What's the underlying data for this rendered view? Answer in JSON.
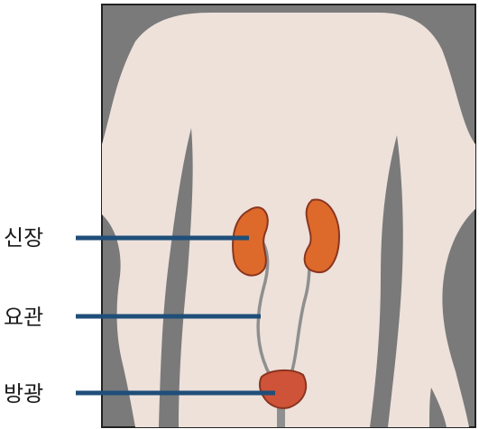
{
  "labels": {
    "kidney": "신장",
    "ureter": "요관",
    "bladder": "방광"
  },
  "colors": {
    "background_panel": "#7a7a7a",
    "body": "#ede1da",
    "organ": "#dd6a2a",
    "bladder": "#cf5338",
    "organ_outline": "#8a3520",
    "ureter": "#8f8f8f",
    "leader_line": "#1f4e79"
  }
}
